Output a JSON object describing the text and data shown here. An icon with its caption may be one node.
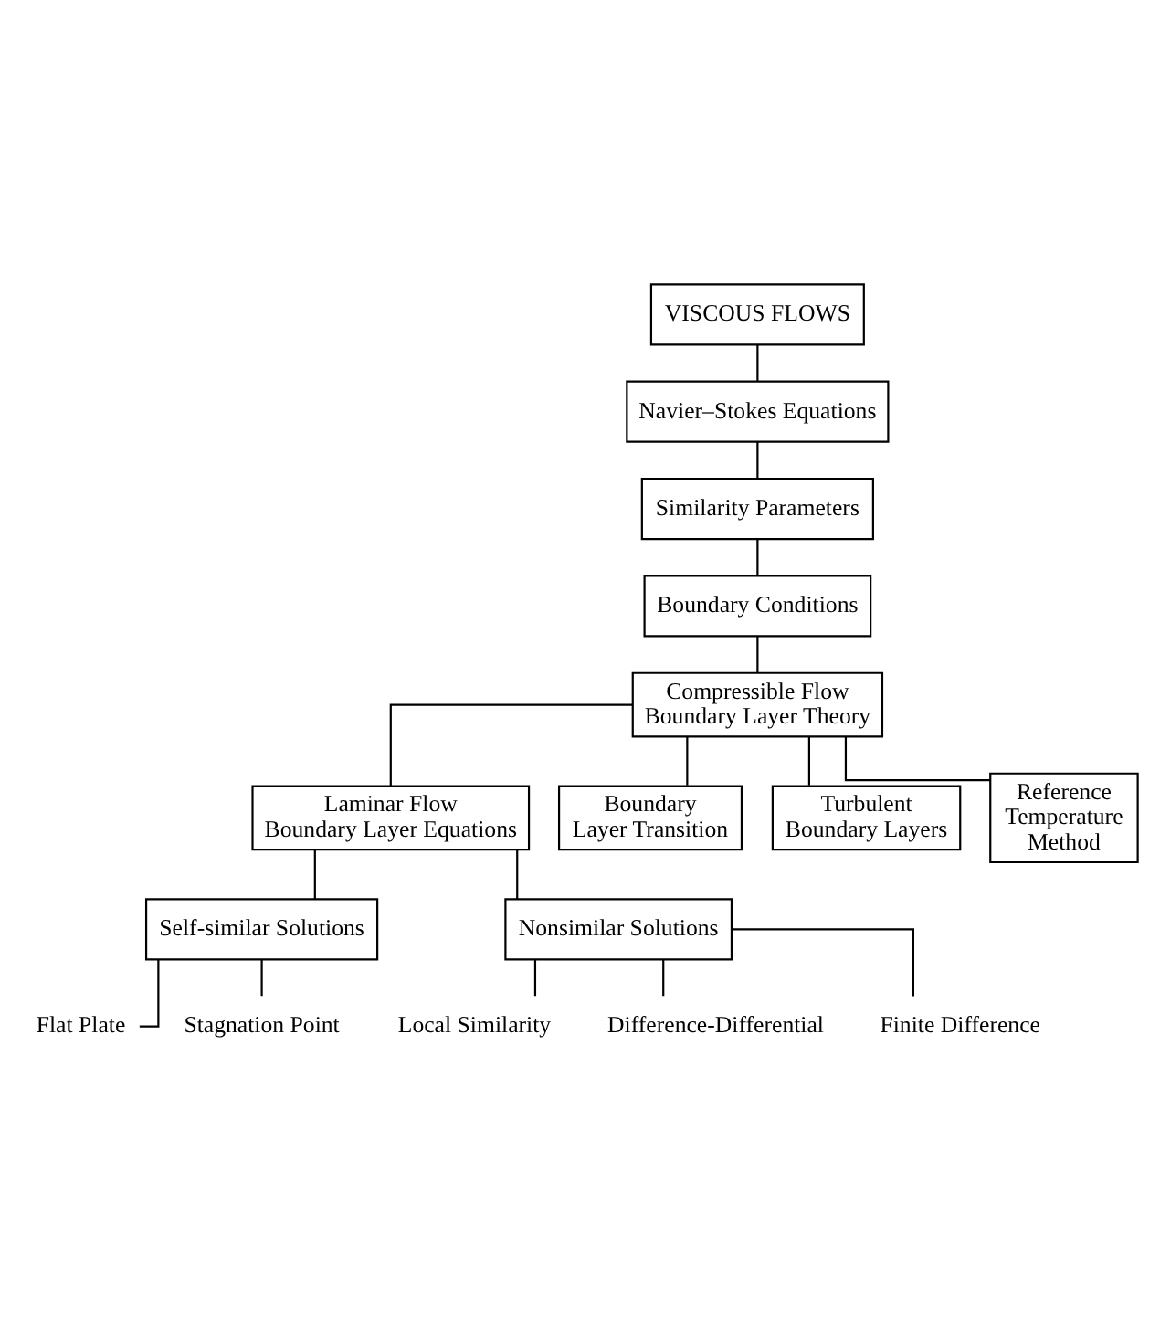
{
  "diagram": {
    "nodes": [
      {
        "text": [
          "VISCOUS FLOWS"
        ]
      },
      {
        "text": [
          "Navier–Stokes Equations"
        ]
      },
      {
        "text": [
          "Similarity Parameters"
        ]
      },
      {
        "text": [
          "Boundary Conditions"
        ]
      },
      {
        "text": [
          "Compressible Flow Boundary Layer Theory"
        ]
      },
      {
        "text": [
          "Laminar Flow Boundary Layer Equations"
        ]
      },
      {
        "text": [
          "Boundary Layer Transition"
        ]
      },
      {
        "text": [
          "Turbulent Boundary Layers"
        ]
      },
      {
        "text": [
          "Reference Temperature Method"
        ]
      },
      {
        "text": [
          "Self-similar Solutions"
        ]
      },
      {
        "text": [
          "Nonsimilar Solutions"
        ]
      },
      {
        "text": [
          "Flat Plate"
        ]
      },
      {
        "text": [
          "Stagnation Point"
        ]
      },
      {
        "text": [
          "Local Similarity"
        ]
      },
      {
        "text": [
          "Difference-Differential"
        ]
      },
      {
        "text": [
          "Finite Difference"
        ]
      }
    ],
    "edges": [
      {
        "from": 0,
        "to": 1,
        "arrow": "none"
      },
      {
        "from": 1,
        "to": 2,
        "arrow": "none"
      },
      {
        "from": 2,
        "to": 3,
        "arrow": "none"
      },
      {
        "from": 3,
        "to": 4,
        "arrow": "none"
      },
      {
        "from": 4,
        "to": 5,
        "arrow": "none"
      },
      {
        "from": 4,
        "to": 6,
        "arrow": "none"
      },
      {
        "from": 4,
        "to": 7,
        "arrow": "none"
      },
      {
        "from": 4,
        "to": 8,
        "arrow": "none"
      },
      {
        "from": 5,
        "to": 9,
        "arrow": "none"
      },
      {
        "from": 5,
        "to": 10,
        "arrow": "none"
      },
      {
        "from": 9,
        "to": 11,
        "arrow": "none"
      },
      {
        "from": 9,
        "to": 12,
        "arrow": "none"
      },
      {
        "from": 10,
        "to": 13,
        "arrow": "none"
      },
      {
        "from": 10,
        "to": 14,
        "arrow": "none"
      },
      {
        "from": 10,
        "to": 15,
        "arrow": "none"
      }
    ]
  }
}
